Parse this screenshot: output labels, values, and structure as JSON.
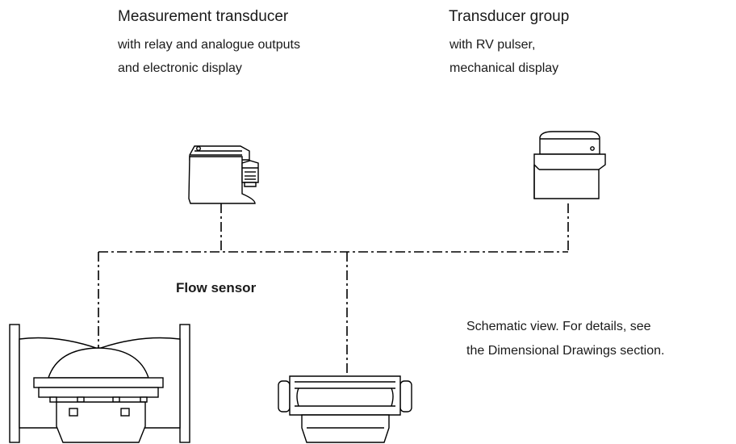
{
  "measurement_transducer": {
    "title": "Measurement transducer",
    "line1": "with relay and analogue outputs",
    "line2": "and electronic display"
  },
  "transducer_group": {
    "title": "Transducer group",
    "line1": "with RV pulser,",
    "line2": "mechanical display"
  },
  "flow_sensor": {
    "title": "Flow sensor"
  },
  "note": {
    "line1": "Schematic view. For details, see",
    "line2": "the Dimensional Drawings section."
  }
}
